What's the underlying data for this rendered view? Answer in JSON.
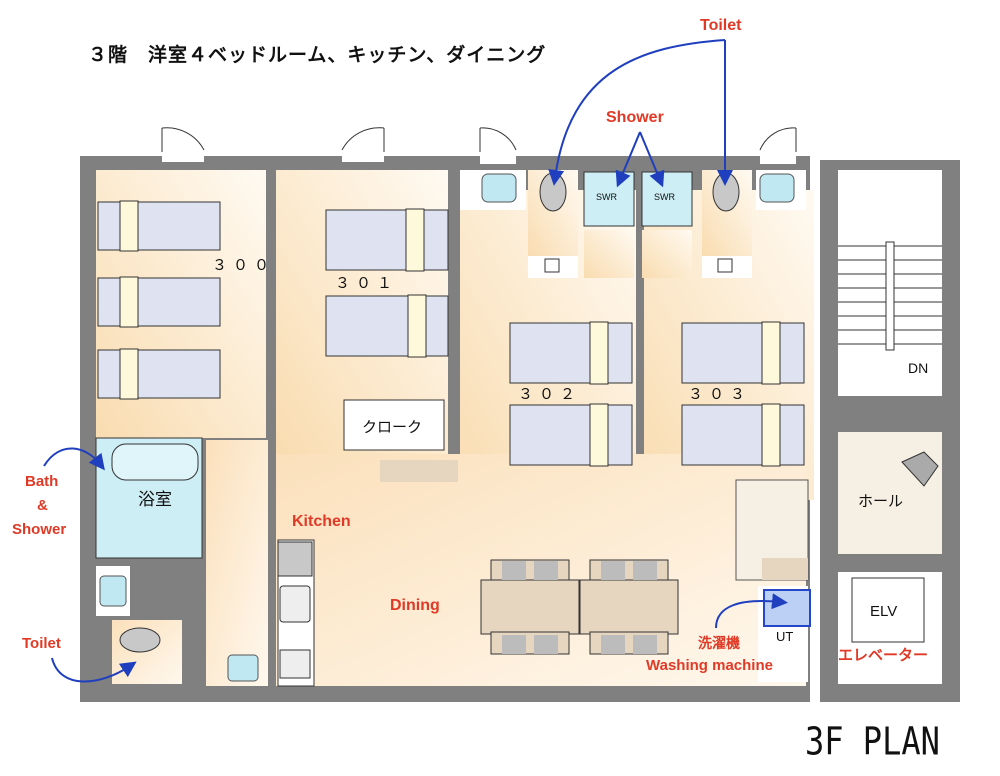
{
  "title": "３階　洋室４ベッドルーム、キッチン、ダイニング",
  "plan_label": "3F PLAN",
  "rooms": {
    "r300": "３００",
    "r301": "３０１",
    "r302": "３０２",
    "r303": "３０３",
    "cloak": "クローク",
    "bath": "浴室",
    "hall": "ホール",
    "elv": "ELV",
    "elevator_jp": "エレベーター",
    "ut": "UT",
    "swr": "SWR",
    "dn": "DN"
  },
  "annotations": {
    "toilet_top": "Toilet",
    "shower": "Shower",
    "bath_shower": [
      "Bath",
      "&",
      "Shower"
    ],
    "toilet_left": "Toilet",
    "kitchen": "Kitchen",
    "dining": "Dining",
    "washing_jp": "洗濯機",
    "washing_en": "Washing machine"
  },
  "colors": {
    "wall": "#808080",
    "floor": "#fbe6c8",
    "bed": "#dfe3f1",
    "pillow": "#fff9dc",
    "wet": "#cdeef5",
    "annotation": "#e03a26",
    "arrow": "#1f3fbf"
  }
}
